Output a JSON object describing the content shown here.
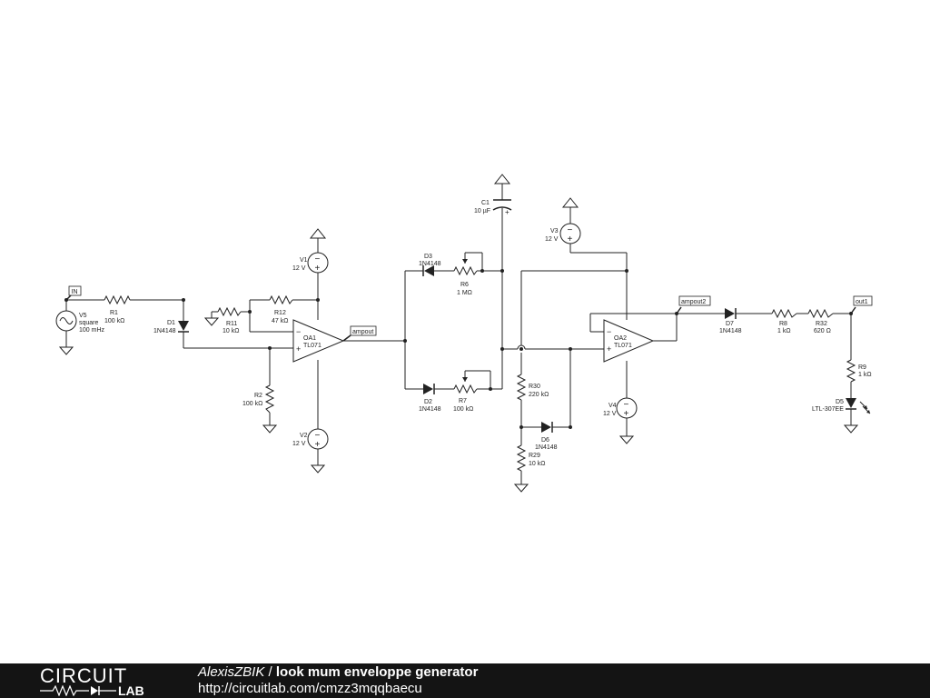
{
  "footer": {
    "logo_top": "CIRCUIT",
    "logo_bottom": "LAB",
    "author": "AlexisZBIK",
    "separator": " / ",
    "title": "look mum enveloppe generator",
    "url": "http://circuitlab.com/cmzz3mqqbaecu"
  },
  "net_labels": {
    "in": "IN",
    "ampout": "ampout",
    "ampout2": "ampout2",
    "out1": "out1"
  },
  "components": {
    "V5": {
      "name": "V5",
      "type": "square",
      "value": "100 mHz"
    },
    "R1": {
      "name": "R1",
      "value": "100 kΩ"
    },
    "D1": {
      "name": "D1",
      "value": "1N4148"
    },
    "R11": {
      "name": "R11",
      "value": "10 kΩ"
    },
    "R12": {
      "name": "R12",
      "value": "47 kΩ"
    },
    "R2": {
      "name": "R2",
      "value": "100 kΩ"
    },
    "V1": {
      "name": "V1",
      "value": "12 V"
    },
    "V2": {
      "name": "V2",
      "value": "12 V"
    },
    "OA1": {
      "name": "OA1",
      "value": "TL071"
    },
    "D3": {
      "name": "D3",
      "value": "1N4148"
    },
    "R6": {
      "name": "R6",
      "value": "1 MΩ"
    },
    "D2": {
      "name": "D2",
      "value": "1N4148"
    },
    "R7": {
      "name": "R7",
      "value": "100 kΩ"
    },
    "C1": {
      "name": "C1",
      "value": "10 µF"
    },
    "V3": {
      "name": "V3",
      "value": "12 V"
    },
    "OA2": {
      "name": "OA2",
      "value": "TL071"
    },
    "V4": {
      "name": "V4",
      "value": "12 V"
    },
    "R30": {
      "name": "R30",
      "value": "220 kΩ"
    },
    "D6": {
      "name": "D6",
      "value": "1N4148"
    },
    "R29": {
      "name": "R29",
      "value": "10 kΩ"
    },
    "D7": {
      "name": "D7",
      "value": "1N4148"
    },
    "R8": {
      "name": "R8",
      "value": "1 kΩ"
    },
    "R32": {
      "name": "R32",
      "value": "620 Ω"
    },
    "R9": {
      "name": "R9",
      "value": "1 kΩ"
    },
    "D5": {
      "name": "D5",
      "value": "LTL-307EE"
    }
  },
  "symbols": {
    "opamp_minus": "−",
    "opamp_plus": "+",
    "source_minus": "−",
    "source_plus": "+",
    "cap_plus": "+"
  }
}
